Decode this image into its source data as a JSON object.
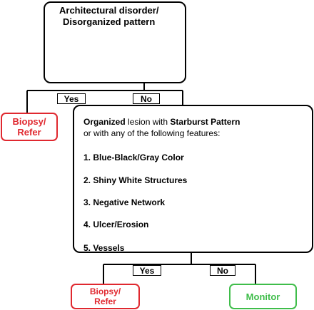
{
  "top": {
    "title_line1": "Architectural disorder/",
    "title_line2": "Disorganized pattern"
  },
  "branch1": {
    "yes": "Yes",
    "no": "No"
  },
  "left_outcome": {
    "line1": "Biopsy/",
    "line2": "Refer"
  },
  "middle": {
    "heading_bold": "Organized",
    "heading_mid": " lesion with ",
    "heading_bold2": "Starburst Pattern",
    "heading_line2": "or with any of the following features:",
    "features": [
      "1. Blue-Black/Gray Color",
      "2. Shiny White Structures",
      "3. Negative Network",
      "4. Ulcer/Erosion",
      "5. Vessels"
    ]
  },
  "branch2": {
    "yes": "Yes",
    "no": "No"
  },
  "bottom_left": {
    "line1": "Biopsy/",
    "line2": "Refer"
  },
  "bottom_right": {
    "label": "Monitor"
  },
  "colors": {
    "red": "#e0282f",
    "green": "#3fbd4a",
    "black": "#000000"
  }
}
